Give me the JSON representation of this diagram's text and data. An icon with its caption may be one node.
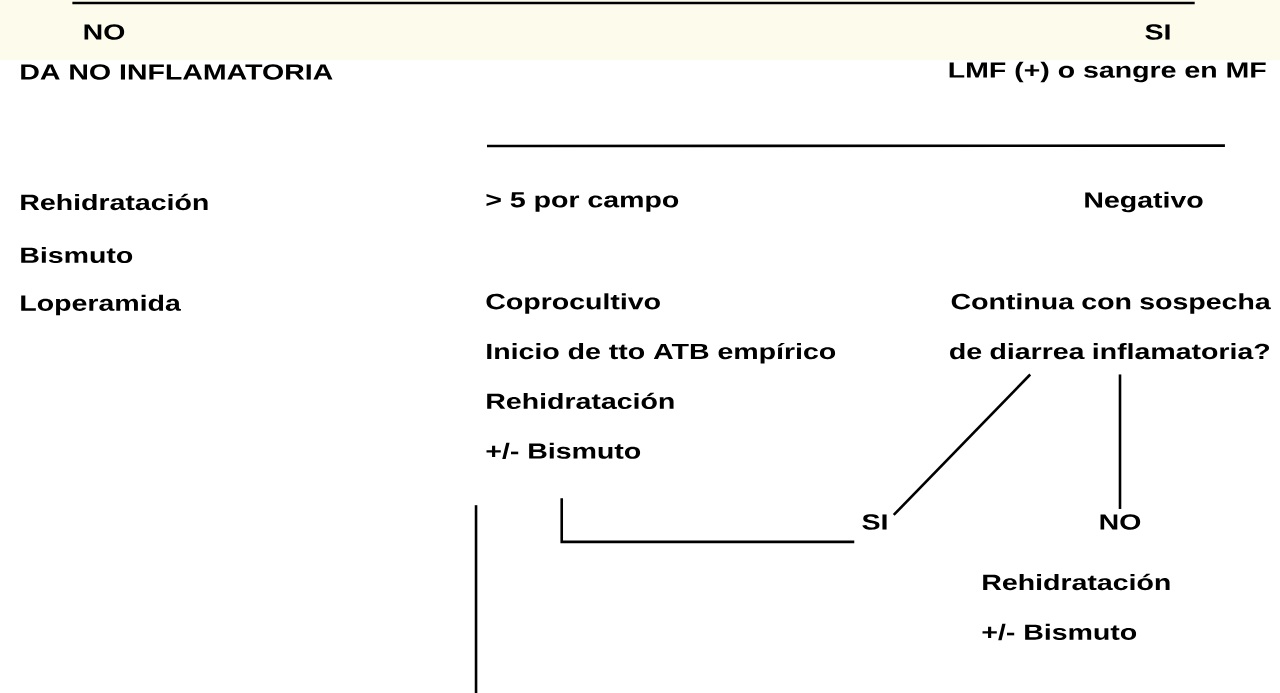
{
  "diagram": {
    "nodes": [
      {
        "text": [
          "NO"
        ]
      },
      {
        "text": [
          "SI"
        ]
      },
      {
        "text": [
          "DA NO INFLAMATORIA"
        ]
      },
      {
        "text": [
          "LMF (+)  o sangre en MF"
        ]
      },
      {
        "text": [
          "> 5 por campo"
        ]
      },
      {
        "text": [
          "Negativo"
        ]
      },
      {
        "text": [
          "Coprocultivo",
          "Inicio de tto ATB empírico",
          "Rehidratación",
          "+/- Bismuto"
        ]
      },
      {
        "text": [
          "Continua con sospecha de diarrea inflamatoria?"
        ]
      },
      {
        "text": [
          "SI"
        ]
      },
      {
        "text": [
          "NO"
        ]
      }
    ],
    "edges": [
      {
        "from": 0,
        "to": 1,
        "arrow": "none"
      },
      {
        "from": 4,
        "to": 5,
        "arrow": "none"
      },
      {
        "from": 7,
        "to": 8,
        "arrow": "none"
      },
      {
        "from": 7,
        "to": 9,
        "arrow": "none"
      },
      {
        "from": 8,
        "to": 6,
        "arrow": "none"
      },
      {
        "from": 6,
        "to": null,
        "arrow": "none"
      }
    ],
    "labels": [
      "Rehidratación",
      "Bismuto",
      "Loperamida",
      "Rehidratación",
      "+/- Bismuto"
    ]
  }
}
